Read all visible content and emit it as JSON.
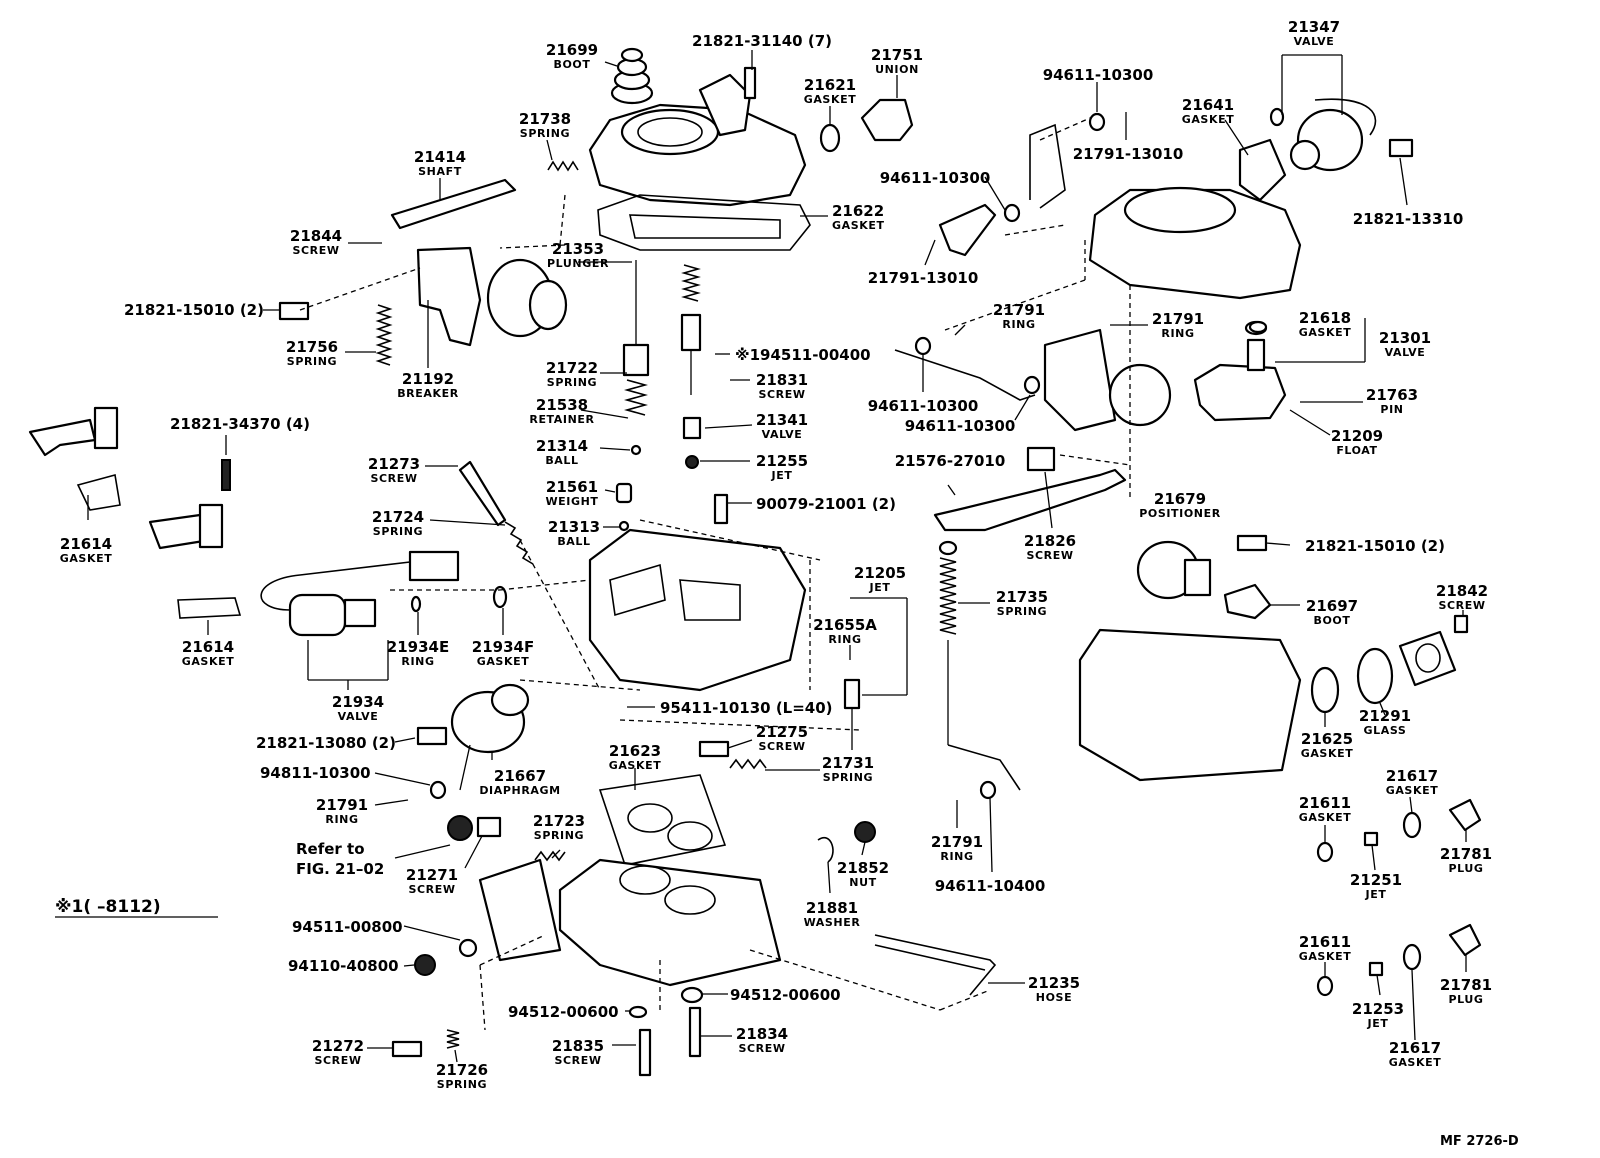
{
  "labels": [
    {
      "id": "21699",
      "num": "21699",
      "sub": "BOOT"
    },
    {
      "id": "21821-31140",
      "num": "21821-31140 (7)",
      "sub": ""
    },
    {
      "id": "21751",
      "num": "21751",
      "sub": "UNION"
    },
    {
      "id": "21621",
      "num": "21621",
      "sub": "GASKET"
    },
    {
      "id": "21738",
      "num": "21738",
      "sub": "SPRING"
    },
    {
      "id": "21414",
      "num": "21414",
      "sub": "SHAFT"
    },
    {
      "id": "21622",
      "num": "21622",
      "sub": "GASKET"
    },
    {
      "id": "21844",
      "num": "21844",
      "sub": "SCREW"
    },
    {
      "id": "21353",
      "num": "21353",
      "sub": "PLUNGER"
    },
    {
      "id": "21821-15010a",
      "num": "21821-15010 (2)",
      "sub": ""
    },
    {
      "id": "21756",
      "num": "21756",
      "sub": "SPRING"
    },
    {
      "id": "21192",
      "num": "21192",
      "sub": "BREAKER"
    },
    {
      "id": "19451100400",
      "num": "※194511-00400",
      "sub": ""
    },
    {
      "id": "21722",
      "num": "21722",
      "sub": "SPRING"
    },
    {
      "id": "21831",
      "num": "21831",
      "sub": "SCREW"
    },
    {
      "id": "21538",
      "num": "21538",
      "sub": "RETAINER"
    },
    {
      "id": "21341",
      "num": "21341",
      "sub": "VALVE"
    },
    {
      "id": "21314",
      "num": "21314",
      "sub": "BALL"
    },
    {
      "id": "21255",
      "num": "21255",
      "sub": "JET"
    },
    {
      "id": "21821-34370",
      "num": "21821-34370 (4)",
      "sub": ""
    },
    {
      "id": "21273",
      "num": "21273",
      "sub": "SCREW"
    },
    {
      "id": "21561",
      "num": "21561",
      "sub": "WEIGHT"
    },
    {
      "id": "90079-21001",
      "num": "90079-21001 (2)",
      "sub": ""
    },
    {
      "id": "21724",
      "num": "21724",
      "sub": "SPRING"
    },
    {
      "id": "21313",
      "num": "21313",
      "sub": "BALL"
    },
    {
      "id": "21614a",
      "num": "21614",
      "sub": "GASKET"
    },
    {
      "id": "21205",
      "num": "21205",
      "sub": "JET"
    },
    {
      "id": "21655A",
      "num": "21655A",
      "sub": "RING"
    },
    {
      "id": "21614b",
      "num": "21614",
      "sub": "GASKET"
    },
    {
      "id": "21934E",
      "num": "21934E",
      "sub": "RING"
    },
    {
      "id": "21934F",
      "num": "21934F",
      "sub": "GASKET"
    },
    {
      "id": "21934",
      "num": "21934",
      "sub": "VALVE"
    },
    {
      "id": "95411-10130",
      "num": "95411-10130 (L=40)",
      "sub": ""
    },
    {
      "id": "21821-13080",
      "num": "21821-13080 (2)",
      "sub": ""
    },
    {
      "id": "21667",
      "num": "21667",
      "sub": "DIAPHRAGM"
    },
    {
      "id": "21275",
      "num": "21275",
      "sub": "SCREW"
    },
    {
      "id": "21623",
      "num": "21623",
      "sub": "GASKET"
    },
    {
      "id": "21731",
      "num": "21731",
      "sub": "SPRING"
    },
    {
      "id": "94811-10300",
      "num": "94811-10300",
      "sub": ""
    },
    {
      "id": "21791a",
      "num": "21791",
      "sub": "RING"
    },
    {
      "id": "21723",
      "num": "21723",
      "sub": "SPRING"
    },
    {
      "id": "21271",
      "num": "21271",
      "sub": "SCREW"
    },
    {
      "id": "21852",
      "num": "21852",
      "sub": "NUT"
    },
    {
      "id": "21881",
      "num": "21881",
      "sub": "WASHER"
    },
    {
      "id": "94511-00800",
      "num": "94511-00800",
      "sub": ""
    },
    {
      "id": "94110-40800",
      "num": "94110-40800",
      "sub": ""
    },
    {
      "id": "94512-00600a",
      "num": "94512-00600",
      "sub": ""
    },
    {
      "id": "94512-00600b",
      "num": "94512-00600",
      "sub": ""
    },
    {
      "id": "21235",
      "num": "21235",
      "sub": "HOSE"
    },
    {
      "id": "21835",
      "num": "21835",
      "sub": "SCREW"
    },
    {
      "id": "21834",
      "num": "21834",
      "sub": "SCREW"
    },
    {
      "id": "21272",
      "num": "21272",
      "sub": "SCREW"
    },
    {
      "id": "21726",
      "num": "21726",
      "sub": "SPRING"
    },
    {
      "id": "94611-10300a",
      "num": "94611-10300",
      "sub": ""
    },
    {
      "id": "21791-13010a",
      "num": "21791-13010",
      "sub": ""
    },
    {
      "id": "21641",
      "num": "21641",
      "sub": "GASKET"
    },
    {
      "id": "21347",
      "num": "21347",
      "sub": "VALVE"
    },
    {
      "id": "94611-10300b",
      "num": "94611-10300",
      "sub": ""
    },
    {
      "id": "21821-13310",
      "num": "21821-13310",
      "sub": ""
    },
    {
      "id": "21791-13010b",
      "num": "21791-13010",
      "sub": ""
    },
    {
      "id": "21791b",
      "num": "21791",
      "sub": "RING"
    },
    {
      "id": "21791c",
      "num": "21791",
      "sub": "RING"
    },
    {
      "id": "21618",
      "num": "21618",
      "sub": "GASKET"
    },
    {
      "id": "21301",
      "num": "21301",
      "sub": "VALVE"
    },
    {
      "id": "94611-10300c",
      "num": "94611-10300",
      "sub": ""
    },
    {
      "id": "94611-10300d",
      "num": "94611-10300",
      "sub": ""
    },
    {
      "id": "21763",
      "num": "21763",
      "sub": "PIN"
    },
    {
      "id": "21209",
      "num": "21209",
      "sub": "FLOAT"
    },
    {
      "id": "21576-27010",
      "num": "21576-27010",
      "sub": ""
    },
    {
      "id": "21679",
      "num": "21679",
      "sub": "POSITIONER"
    },
    {
      "id": "21826",
      "num": "21826",
      "sub": "SCREW"
    },
    {
      "id": "21821-15010b",
      "num": "21821-15010 (2)",
      "sub": ""
    },
    {
      "id": "21735",
      "num": "21735",
      "sub": "SPRING"
    },
    {
      "id": "21697",
      "num": "21697",
      "sub": "BOOT"
    },
    {
      "id": "21842",
      "num": "21842",
      "sub": "SCREW"
    },
    {
      "id": "21625",
      "num": "21625",
      "sub": "GASKET"
    },
    {
      "id": "21291",
      "num": "21291",
      "sub": "GLASS"
    },
    {
      "id": "21617a",
      "num": "21617",
      "sub": "GASKET"
    },
    {
      "id": "21611a",
      "num": "21611",
      "sub": "GASKET"
    },
    {
      "id": "21781a",
      "num": "21781",
      "sub": "PLUG"
    },
    {
      "id": "21251",
      "num": "21251",
      "sub": "JET"
    },
    {
      "id": "21791d",
      "num": "21791",
      "sub": "RING"
    },
    {
      "id": "94611-10400",
      "num": "94611-10400",
      "sub": ""
    },
    {
      "id": "21611b",
      "num": "21611",
      "sub": "GASKET"
    },
    {
      "id": "21781b",
      "num": "21781",
      "sub": "PLUG"
    },
    {
      "id": "21253",
      "num": "21253",
      "sub": "JET"
    },
    {
      "id": "21617b",
      "num": "21617",
      "sub": "GASKET"
    }
  ],
  "refer": {
    "line1": "Refer to",
    "line2": "FIG. 21–02"
  },
  "footnote": "※1(      –8112)",
  "figure_code": "MF 2726-D"
}
